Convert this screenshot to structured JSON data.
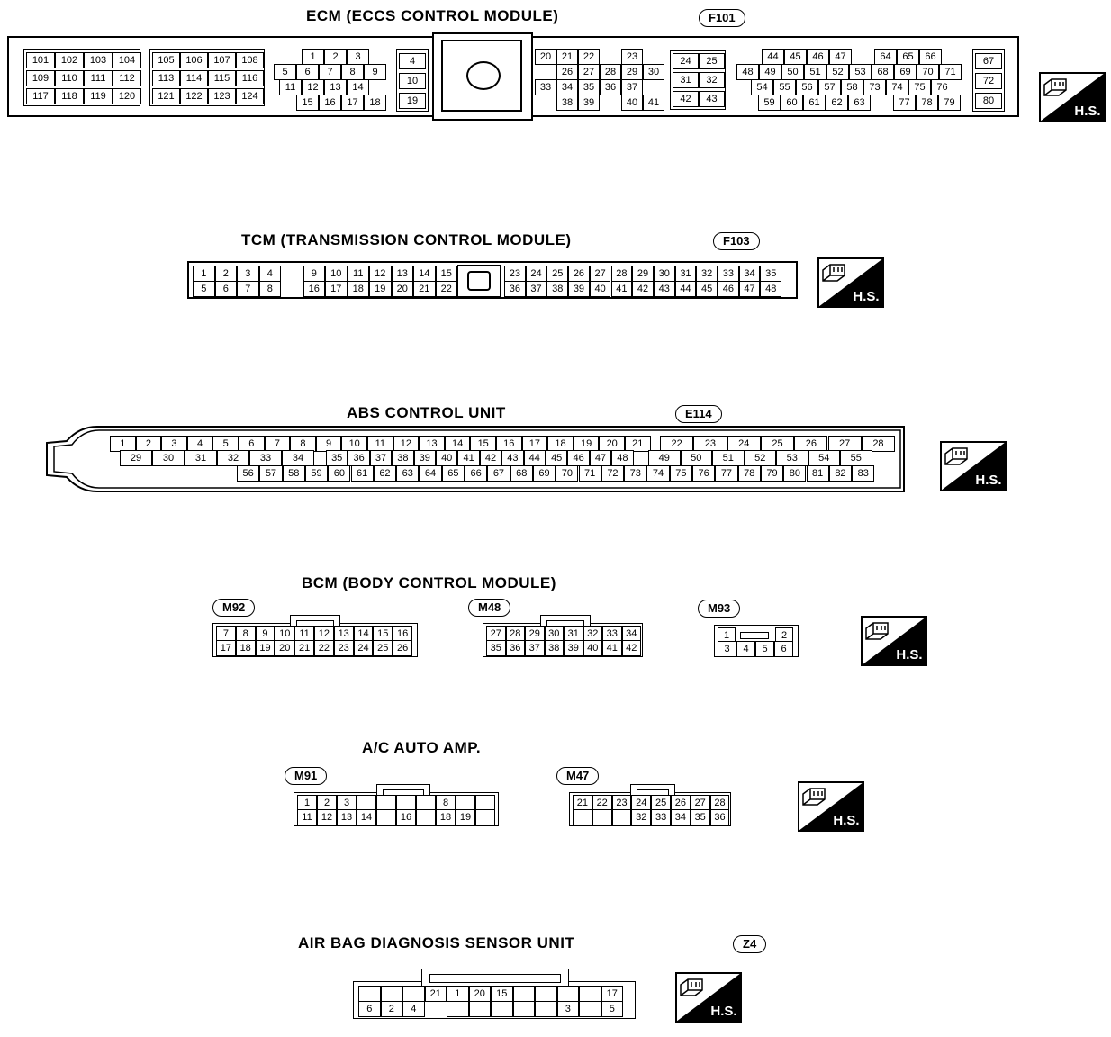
{
  "hs_label": "H.S.",
  "ecm": {
    "title": "ECM (ECCS CONTROL MODULE)",
    "connector": "F101",
    "group1": [
      [
        "101",
        "102",
        "103",
        "104"
      ],
      [
        "109",
        "110",
        "111",
        "112"
      ],
      [
        "117",
        "118",
        "119",
        "120"
      ]
    ],
    "group2": [
      [
        "105",
        "106",
        "107",
        "108"
      ],
      [
        "113",
        "114",
        "115",
        "116"
      ],
      [
        "121",
        "122",
        "123",
        "124"
      ]
    ],
    "group3": [
      [
        "",
        "1",
        "2",
        "3"
      ],
      [
        "5",
        "6",
        "7",
        "8",
        "9"
      ],
      [
        "11",
        "12",
        "13",
        "14"
      ],
      [
        "",
        "15",
        "16",
        "17",
        "18"
      ]
    ],
    "group4": [
      "4",
      "10",
      "19"
    ],
    "group5": [
      [
        "20",
        "21",
        "22",
        "",
        "23"
      ],
      [
        "",
        "26",
        "27",
        "28",
        "29",
        "30"
      ],
      [
        "33",
        "34",
        "35",
        "36",
        "37"
      ],
      [
        "",
        "38",
        "39",
        "",
        "40",
        "41"
      ]
    ],
    "group6": [
      [
        "24",
        "25"
      ],
      [
        "31",
        "32"
      ],
      [
        "42",
        "43"
      ]
    ],
    "group7": [
      [
        "44",
        "45",
        "46",
        "47",
        "",
        "64",
        "65",
        "66"
      ],
      [
        "48",
        "49",
        "50",
        "51",
        "52",
        "53",
        "68",
        "69",
        "70",
        "71"
      ],
      [
        "54",
        "55",
        "56",
        "57",
        "58",
        "73",
        "74",
        "75",
        "76"
      ],
      [
        "59",
        "60",
        "61",
        "62",
        "63",
        "",
        "77",
        "78",
        "79"
      ]
    ],
    "group8": [
      "67",
      "72",
      "80"
    ]
  },
  "tcm": {
    "title": "TCM (TRANSMISSION  CONTROL  MODULE)",
    "connector": "F103",
    "left_top": [
      "1",
      "2",
      "3",
      "4",
      "",
      "9",
      "10",
      "11",
      "12",
      "13",
      "14",
      "15"
    ],
    "left_bottom": [
      "5",
      "6",
      "7",
      "8",
      "",
      "16",
      "17",
      "18",
      "19",
      "20",
      "21",
      "22"
    ],
    "right_top": [
      "23",
      "24",
      "25",
      "26",
      "27",
      "28",
      "29",
      "30",
      "31",
      "32",
      "33",
      "34",
      "35"
    ],
    "right_bottom": [
      "36",
      "37",
      "38",
      "39",
      "40",
      "41",
      "42",
      "43",
      "44",
      "45",
      "46",
      "47",
      "48"
    ]
  },
  "abs": {
    "title": "ABS CONTROL UNIT",
    "connector": "E114",
    "row1": [
      "1",
      "2",
      "3",
      "4",
      "5",
      "6",
      "7",
      "8",
      "9",
      "10",
      "11",
      "12",
      "13",
      "14",
      "15",
      "16",
      "17",
      "18",
      "19",
      "20",
      "21",
      "22",
      "23",
      "24",
      "25",
      "26",
      "27",
      "28"
    ],
    "row2": [
      "29",
      "30",
      "31",
      "32",
      "33",
      "34",
      "35",
      "36",
      "37",
      "38",
      "39",
      "40",
      "41",
      "42",
      "43",
      "44",
      "45",
      "46",
      "47",
      "48",
      "49",
      "50",
      "51",
      "52",
      "53",
      "54",
      "55"
    ],
    "row3": [
      "56",
      "57",
      "58",
      "59",
      "60",
      "61",
      "62",
      "63",
      "64",
      "65",
      "66",
      "67",
      "68",
      "69",
      "70",
      "71",
      "72",
      "73",
      "74",
      "75",
      "76",
      "77",
      "78",
      "79",
      "80",
      "81",
      "82",
      "83"
    ]
  },
  "bcm": {
    "title": "BCM (BODY CONTROL MODULE)",
    "m92": {
      "label": "M92",
      "top": [
        "7",
        "8",
        "9",
        "10",
        "11",
        "12",
        "13",
        "14",
        "15",
        "16"
      ],
      "bottom": [
        "17",
        "18",
        "19",
        "20",
        "21",
        "22",
        "23",
        "24",
        "25",
        "26"
      ]
    },
    "m48": {
      "label": "M48",
      "top": [
        "27",
        "28",
        "29",
        "30",
        "31",
        "32",
        "33",
        "34"
      ],
      "bottom": [
        "35",
        "36",
        "37",
        "38",
        "39",
        "40",
        "41",
        "42"
      ]
    },
    "m93": {
      "label": "M93",
      "top": [
        "1",
        "",
        "2"
      ],
      "bottom": [
        "3",
        "4",
        "5",
        "6"
      ]
    }
  },
  "ac": {
    "title": "A/C AUTO AMP.",
    "m91": {
      "label": "M91",
      "top": [
        "1",
        "2",
        "3",
        "",
        "",
        "",
        "",
        "8",
        "",
        ""
      ],
      "bottom": [
        "11",
        "12",
        "13",
        "14",
        "",
        "16",
        "",
        "18",
        "19",
        ""
      ]
    },
    "m47": {
      "label": "M47",
      "top": [
        "21",
        "22",
        "23",
        "24",
        "25",
        "26",
        "27",
        "28"
      ],
      "bottom": [
        "",
        "",
        "",
        "32",
        "33",
        "34",
        "35",
        "36"
      ]
    }
  },
  "airbag": {
    "title": "AIR BAG DIAGNOSIS SENSOR UNIT",
    "connector": "Z4",
    "top": [
      "",
      "",
      "",
      "21",
      "1",
      "20",
      "15",
      "",
      "",
      "",
      "",
      "17"
    ],
    "bottom": [
      "6",
      "2",
      "4",
      "",
      "",
      "",
      "",
      "",
      "3",
      "",
      "5"
    ]
  }
}
